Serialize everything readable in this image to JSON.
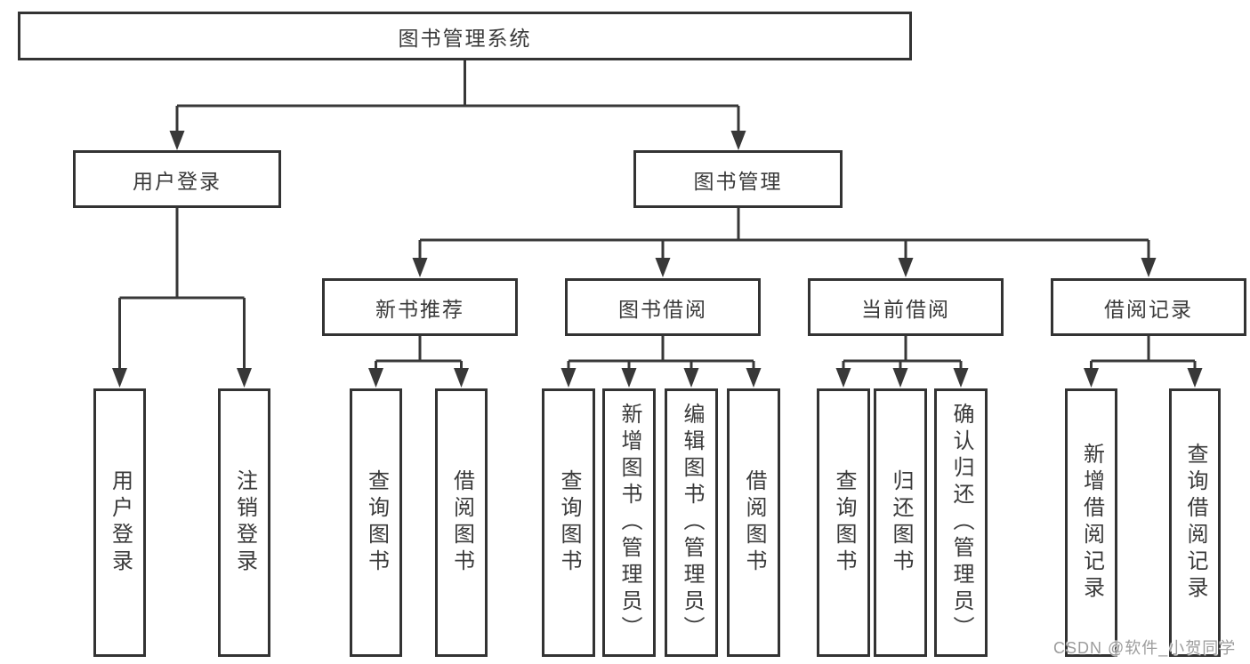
{
  "diagram": {
    "root": "图书管理系统",
    "level2": {
      "user_login": "用户登录",
      "book_mgmt": "图书管理"
    },
    "level3": {
      "new_book_rec": "新书推荐",
      "book_borrow": "图书借阅",
      "current_borrow": "当前借阅",
      "borrow_record": "借阅记录"
    },
    "leaves": {
      "user_login": "用户登录",
      "logout": "注销登录",
      "rec_query_book": "查询图书",
      "rec_borrow_book": "借阅图书",
      "bb_query_book": "查询图书",
      "bb_add_book": "新增图书（管理员）",
      "bb_edit_book": "编辑图书（管理员）",
      "bb_borrow_book": "借阅图书",
      "cb_query_book": "查询图书",
      "cb_return_book": "归还图书",
      "cb_confirm_return": "确认归还（管理员）",
      "br_add_record": "新增借阅记录",
      "br_query_record": "查询借阅记录"
    }
  },
  "watermark": "CSDN @软件_小贺同学",
  "colors": {
    "line": "#383838",
    "box_border": "#333333",
    "text": "#3a3a3a",
    "watermark": "#9c9c9c",
    "background": "#ffffff"
  }
}
